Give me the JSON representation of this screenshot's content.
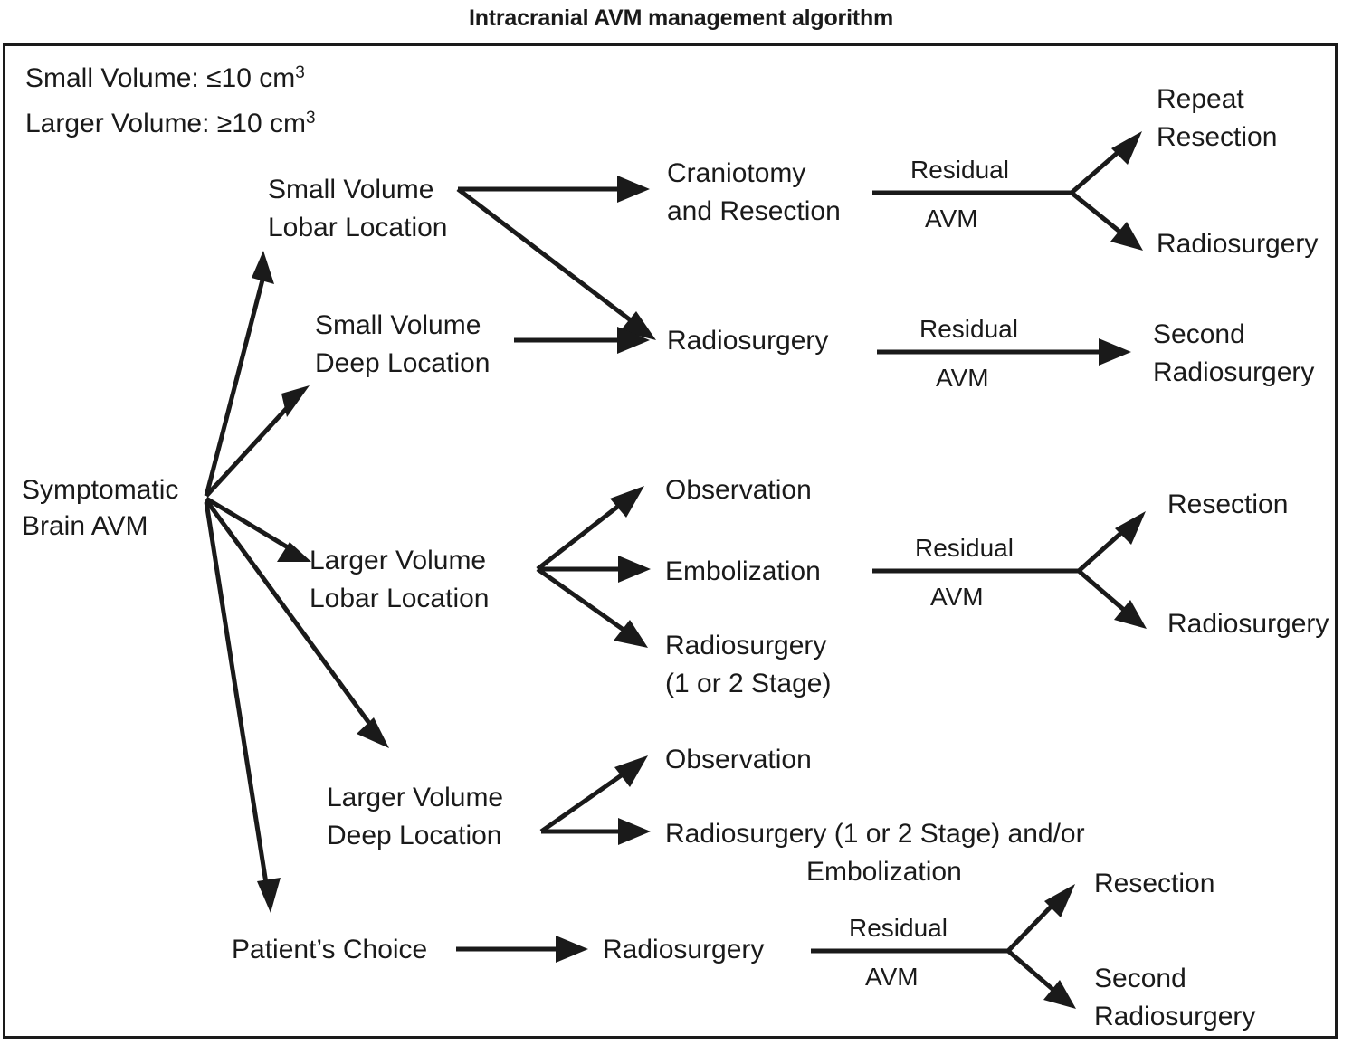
{
  "title": "Intracranial AVM management algorithm",
  "legend": [
    {
      "label": "Small Volume:",
      "value": "≤10 cm",
      "sup": "3"
    },
    {
      "label": "Larger Volume:",
      "value": "≥10 cm",
      "sup": "3"
    }
  ],
  "root": {
    "line1": "Symptomatic",
    "line2": "Brain AVM"
  },
  "branches": [
    {
      "id": "small-lobar",
      "line1": "Small Volume",
      "line2": "Lobar Location"
    },
    {
      "id": "small-deep",
      "line1": "Small Volume",
      "line2": "Deep Location"
    },
    {
      "id": "larger-lobar",
      "line1": "Larger Volume",
      "line2": "Lobar Location"
    },
    {
      "id": "larger-deep",
      "line1": "Larger Volume",
      "line2": "Deep Location"
    },
    {
      "id": "patient-choice",
      "line1": "Patient’s Choice",
      "line2": ""
    }
  ],
  "treatments": {
    "craniotomy_line1": "Craniotomy",
    "craniotomy_line2": "and Resection",
    "radiosurgery": "Radiosurgery",
    "observation_lobar": "Observation",
    "embolization": "Embolization",
    "radiosurgery_staged_line1": "Radiosurgery",
    "radiosurgery_staged_line2": "(1 or 2 Stage)",
    "observation_deep": "Observation",
    "radiosurgery_emb_line1": "Radiosurgery (1 or 2 Stage) and/or",
    "radiosurgery_emb_line2": "Embolization",
    "radiosurgery_choice": "Radiosurgery"
  },
  "edge_labels": {
    "residual": "Residual",
    "avm": "AVM"
  },
  "outcomes": {
    "repeat_resection_line1": "Repeat",
    "repeat_resection_line2": "Resection",
    "radiosurgery_top": "Radiosurgery",
    "second_radiosurgery_line1": "Second",
    "second_radiosurgery_line2": "Radiosurgery",
    "resection_mid": "Resection",
    "radiosurgery_mid": "Radiosurgery",
    "resection_bottom": "Resection",
    "second_radiosurgery_bottom_line1": "Second",
    "second_radiosurgery_bottom_line2": "Radiosurgery"
  },
  "colors": {
    "ink": "#1a1a1a",
    "background": "#ffffff"
  },
  "chart_data": {
    "type": "diagram",
    "title": "Intracranial AVM management algorithm",
    "nodes": [
      "Symptomatic Brain AVM",
      "Small Volume Lobar Location",
      "Small Volume Deep Location",
      "Larger Volume Lobar Location",
      "Larger Volume Deep Location",
      "Patient’s Choice",
      "Craniotomy and Resection",
      "Radiosurgery",
      "Observation",
      "Embolization",
      "Radiosurgery (1 or 2 Stage)",
      "Radiosurgery (1 or 2 Stage) and/or Embolization",
      "Repeat Resection",
      "Second Radiosurgery",
      "Resection"
    ],
    "edges": [
      {
        "from": "Symptomatic Brain AVM",
        "to": "Small Volume Lobar Location",
        "label": ""
      },
      {
        "from": "Symptomatic Brain AVM",
        "to": "Small Volume Deep Location",
        "label": ""
      },
      {
        "from": "Symptomatic Brain AVM",
        "to": "Larger Volume Lobar Location",
        "label": ""
      },
      {
        "from": "Symptomatic Brain AVM",
        "to": "Larger Volume Deep Location",
        "label": ""
      },
      {
        "from": "Symptomatic Brain AVM",
        "to": "Patient’s Choice",
        "label": ""
      },
      {
        "from": "Small Volume Lobar Location",
        "to": "Craniotomy and Resection",
        "label": ""
      },
      {
        "from": "Small Volume Lobar Location",
        "to": "Radiosurgery",
        "label": ""
      },
      {
        "from": "Small Volume Deep Location",
        "to": "Radiosurgery",
        "label": ""
      },
      {
        "from": "Craniotomy and Resection",
        "to": "Repeat Resection",
        "label": "Residual AVM"
      },
      {
        "from": "Craniotomy and Resection",
        "to": "Radiosurgery",
        "label": "Residual AVM"
      },
      {
        "from": "Radiosurgery",
        "to": "Second Radiosurgery",
        "label": "Residual AVM"
      },
      {
        "from": "Larger Volume Lobar Location",
        "to": "Observation",
        "label": ""
      },
      {
        "from": "Larger Volume Lobar Location",
        "to": "Embolization",
        "label": ""
      },
      {
        "from": "Larger Volume Lobar Location",
        "to": "Radiosurgery (1 or 2 Stage)",
        "label": ""
      },
      {
        "from": "Embolization",
        "to": "Resection",
        "label": "Residual AVM"
      },
      {
        "from": "Embolization",
        "to": "Radiosurgery",
        "label": "Residual AVM"
      },
      {
        "from": "Larger Volume Deep Location",
        "to": "Observation",
        "label": ""
      },
      {
        "from": "Larger Volume Deep Location",
        "to": "Radiosurgery (1 or 2 Stage) and/or Embolization",
        "label": ""
      },
      {
        "from": "Patient’s Choice",
        "to": "Radiosurgery",
        "label": ""
      },
      {
        "from": "Radiosurgery",
        "to": "Resection",
        "label": "Residual AVM"
      },
      {
        "from": "Radiosurgery",
        "to": "Second Radiosurgery",
        "label": "Residual AVM"
      }
    ]
  }
}
